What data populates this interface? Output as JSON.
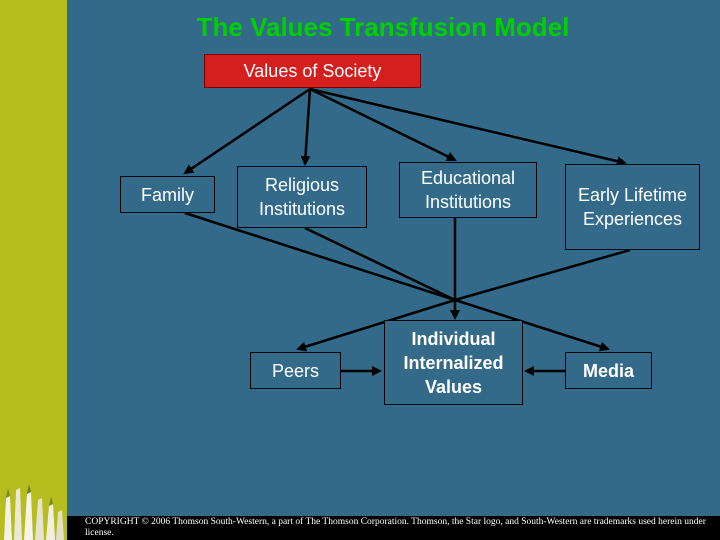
{
  "title": "The Values Transfusion Model",
  "nodes": {
    "society": "Values of Society",
    "family": "Family",
    "religious": "Religious Institutions",
    "educational": "Educational Institutions",
    "early": "Early Lifetime Experiences",
    "peers": "Peers",
    "individual": "Individual Internalized Values",
    "media": "Media"
  },
  "copyright": "COPYRIGHT © 2006 Thomson South-Western, a part of The Thomson Corporation. Thomson, the Star logo, and South-Western are trademarks used herein under license."
}
